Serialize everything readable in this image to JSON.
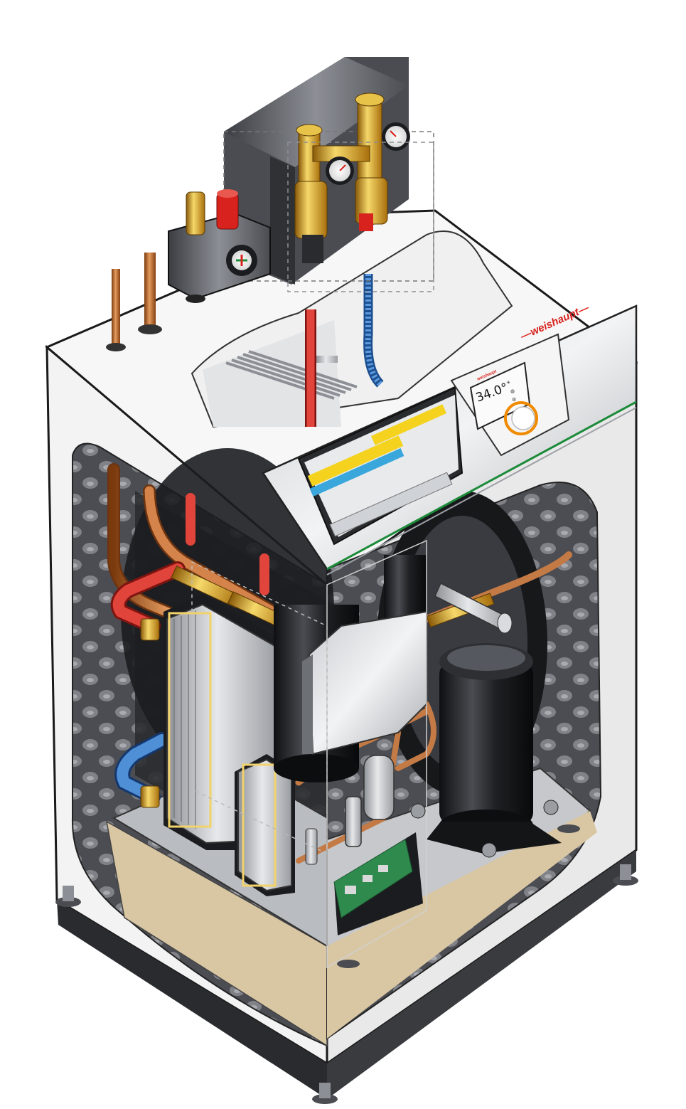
{
  "brand": {
    "logo_text": "—weishaupt—",
    "panel_logo_text": "weishaupt",
    "color": "#d8221e"
  },
  "controller": {
    "display_value": "34.0°",
    "display_icons": [
      "sun-icon",
      "drop-icon",
      "gear-icon",
      "wave-icon"
    ]
  },
  "colors": {
    "casing": "#f2f2f2",
    "steel": "#b9bcc0",
    "copper": "#b5651d",
    "hot_pipe": "#d8302a",
    "cold_pipe": "#2f6db5",
    "brass": "#d9a521",
    "insulation": "#55575c",
    "compressor": "#1e1f22",
    "accent_stripe": "#1c8c3a",
    "dial_ring": "#f08a00"
  }
}
